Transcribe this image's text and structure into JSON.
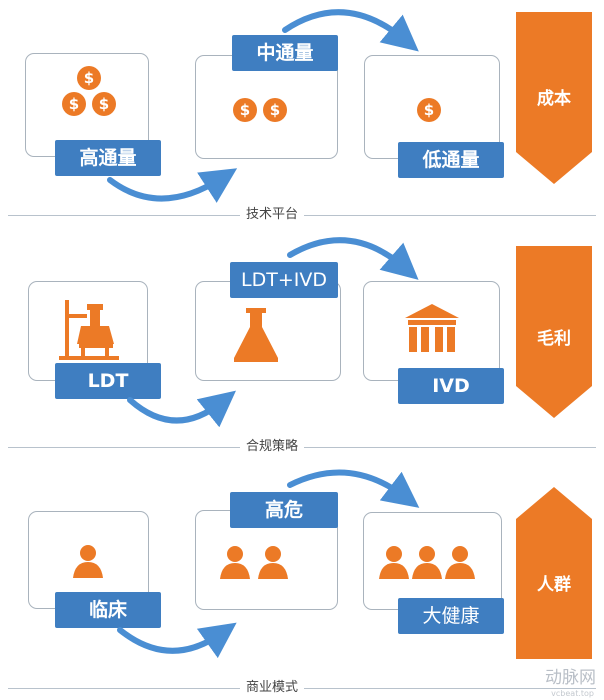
{
  "rows": [
    {
      "side_label": "成本",
      "divider_label": "技术平台",
      "stages": [
        {
          "label": "高通量",
          "icon": "dollar-coins-three"
        },
        {
          "label": "中通量",
          "icon": "dollar-coins-two"
        },
        {
          "label": "低通量",
          "icon": "dollar-coin-one"
        }
      ]
    },
    {
      "side_label": "毛利",
      "divider_label": "合规策略",
      "stages": [
        {
          "label": "LDT",
          "icon": "lab-apparatus-icon"
        },
        {
          "label": "LDT+IVD",
          "icon": "flask-icon"
        },
        {
          "label": "IVD",
          "icon": "factory-building-icon"
        }
      ]
    },
    {
      "side_label": "人群",
      "divider_label": "商业模式",
      "stages": [
        {
          "label": "临床",
          "icon": "person-one"
        },
        {
          "label": "高危",
          "icon": "person-two"
        },
        {
          "label": "大健康",
          "icon": "person-three"
        }
      ]
    }
  ],
  "coin_symbol": "$",
  "watermark": {
    "logo": "动脉网",
    "url": "vcbeat.top"
  },
  "colors": {
    "blue": "#3f7ec1",
    "orange": "#ec7a26",
    "border": "#a9b3bd"
  }
}
